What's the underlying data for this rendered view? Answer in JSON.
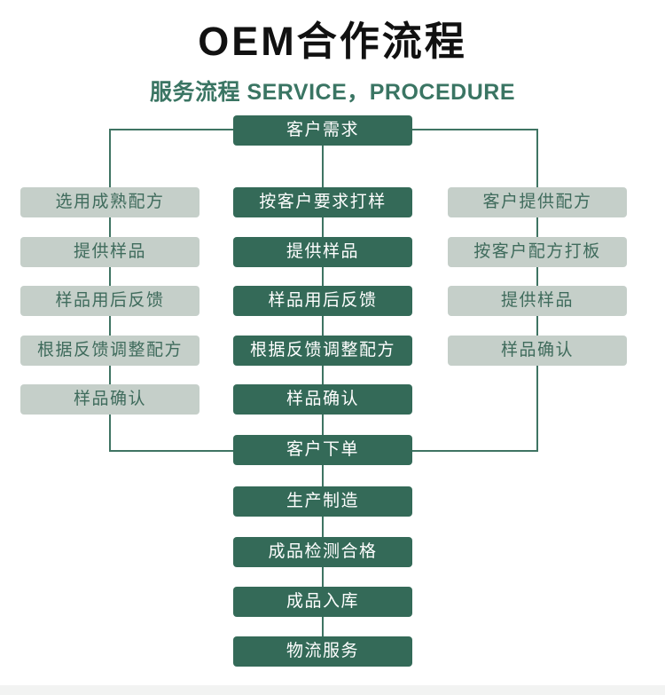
{
  "header": {
    "title": "OEM合作流程",
    "subtitle": "服务流程 SERVICE，PROCEDURE"
  },
  "flowchart": {
    "top_label": "客户需求",
    "left": [
      "选用成熟配方",
      "提供样品",
      "样品用后反馈",
      "根据反馈调整配方",
      "样品确认"
    ],
    "center": [
      "按客户要求打样",
      "提供样品",
      "样品用后反馈",
      "根据反馈调整配方",
      "样品确认"
    ],
    "right": [
      "客户提供配方",
      "按客户配方打板",
      "提供样品",
      "样品确认"
    ],
    "tail": [
      "客户下单",
      "生产制造",
      "成品检测合格",
      "成品入库",
      "物流服务"
    ]
  },
  "colors": {
    "background": "#ffffff",
    "title_text": "#111111",
    "subtitle_text": "#3a7563",
    "dark_box": "#346a58",
    "light_box": "#c5cfc9",
    "light_box_text": "#3f6b5c",
    "line": "#3f7463",
    "bottom_strip": "#f2f3f2"
  }
}
